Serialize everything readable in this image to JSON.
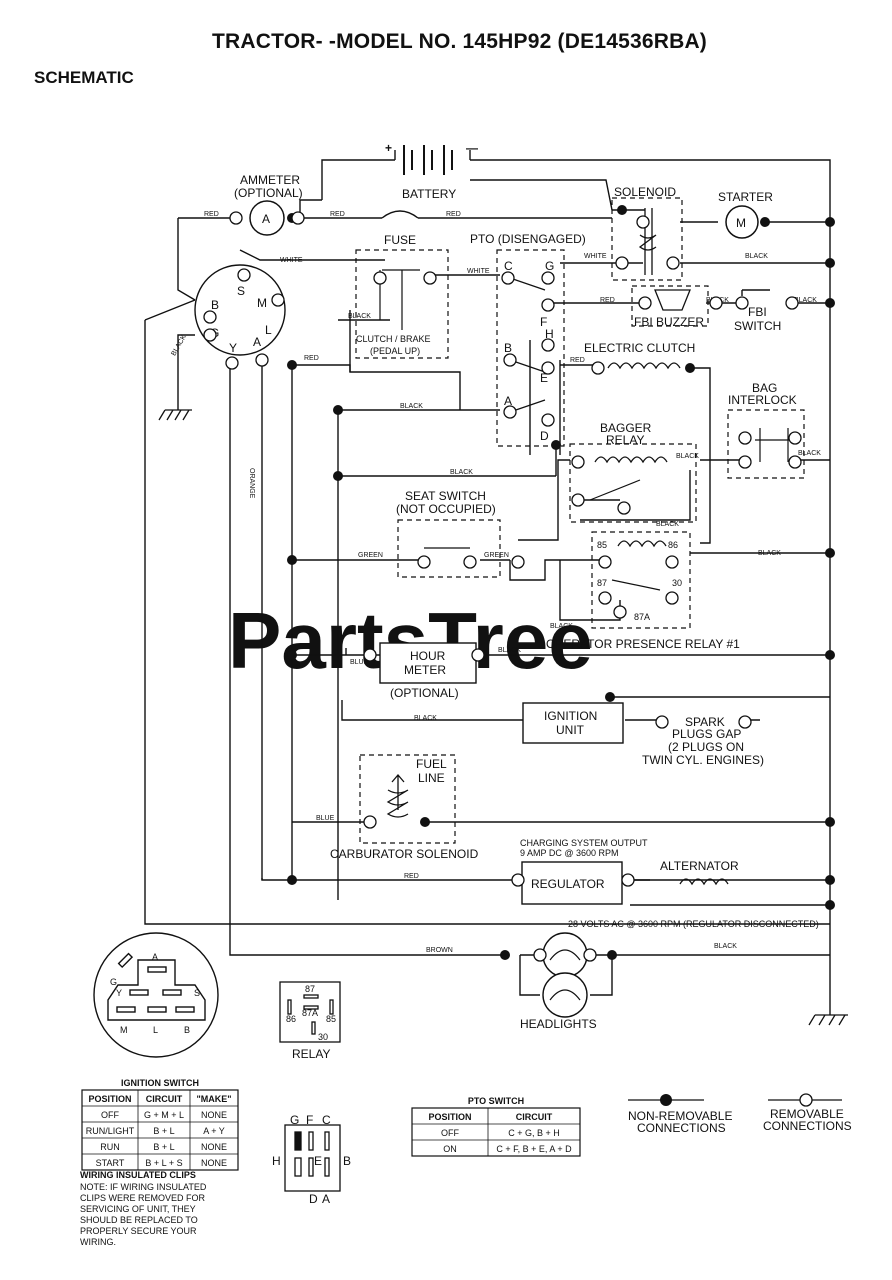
{
  "page": {
    "title": "TRACTOR- -MODEL NO. 145HP92 (DE14536RBA)",
    "section": "SCHEMATIC"
  },
  "labels": {
    "battery": "BATTERY",
    "battery_plus": "+",
    "battery_minus": "—",
    "ammeter_line1": "AMMETER",
    "ammeter_line2": "(OPTIONAL)",
    "ammeter_symbol": "A",
    "solenoid": "SOLENOID",
    "starter": "STARTER",
    "starter_symbol": "M",
    "fuse": "FUSE",
    "pto": "PTO (DISENGAGED)",
    "clutch_brake_line1": "CLUTCH / BRAKE",
    "clutch_brake_line2": "(PEDAL UP)",
    "fbi_buzzer": "FBI BUZZER",
    "fbi_switch_line1": "FBI",
    "fbi_switch_line2": "SWITCH",
    "electric_clutch": "ELECTRIC CLUTCH",
    "bag_interlock_line1": "BAG",
    "bag_interlock_line2": "INTERLOCK",
    "bagger_relay_line1": "BAGGER",
    "bagger_relay_line2": "RELAY",
    "seat_switch_line1": "SEAT SWITCH",
    "seat_switch_line2": "(NOT OCCUPIED)",
    "operator_relay": "OPERATOR PRESENCE RELAY #1",
    "hour_meter_line1": "HOUR",
    "hour_meter_line2": "METER",
    "hour_meter_optional": "(OPTIONAL)",
    "ignition_unit_line1": "IGNITION",
    "ignition_unit_line2": "UNIT",
    "spark_line1": "SPARK",
    "spark_line2": "PLUGS GAP",
    "spark_line3": "(2 PLUGS ON",
    "spark_line4": "TWIN CYL. ENGINES)",
    "fuel_line1": "FUEL",
    "fuel_line2": "LINE",
    "carburetor_solenoid": "CARBURATOR SOLENOID",
    "charging_line1": "CHARGING SYSTEM OUTPUT",
    "charging_line2": "9 AMP DC @ 3600 RPM",
    "regulator": "REGULATOR",
    "alternator": "ALTERNATOR",
    "ac_note": "28 VOLTS AC @ 3600 RPM (REGULATOR DISCONNECTED)",
    "headlights": "HEADLIGHTS",
    "relay": "RELAY",
    "non_removable": [
      "NON-REMOVABLE",
      "CONNECTIONS"
    ],
    "removable": [
      "REMOVABLE",
      "CONNECTIONS"
    ],
    "watermark": "PartsTree",
    "clips_title": "WIRING INSULATED CLIPS",
    "clips_note": [
      "NOTE: IF WIRING INSULATED",
      "CLIPS WERE REMOVED FOR",
      "SERVICING OF UNIT, THEY",
      "SHOULD BE REPLACED TO",
      "PROPERLY SECURE YOUR",
      "WIRING."
    ]
  },
  "wires": {
    "red": "RED",
    "white": "WHITE",
    "black": "BLACK",
    "green": "GREEN",
    "blue": "BLUE",
    "brown": "BROWN",
    "orange": "ORANGE"
  },
  "terminals": {
    "ign_b": "B",
    "ign_s": "S",
    "ign_m": "M",
    "ign_g": "G",
    "ign_y": "Y",
    "ign_a": "A",
    "ign_l": "L",
    "pto_c": "C",
    "pto_g": "G",
    "pto_f": "F",
    "pto_h": "H",
    "pto_b": "B",
    "pto_e": "E",
    "pto_a": "A",
    "pto_d": "D",
    "relay_85": "85",
    "relay_86": "86",
    "relay_87": "87",
    "relay_30": "30",
    "relay_87a": "87A"
  },
  "ignition_plug": {
    "g": "G",
    "a": "A",
    "y": "Y",
    "s": "S",
    "m": "M",
    "l": "L",
    "b": "B"
  },
  "relay_diagram": {
    "p87": "87",
    "p87a": "87A",
    "p86": "86",
    "p85": "85",
    "p30": "30"
  },
  "pto_plug": {
    "g": "G",
    "f": "F",
    "c": "C",
    "h": "H",
    "e": "E",
    "b": "B",
    "d": "D",
    "a": "A"
  },
  "ignition_table": {
    "title": "IGNITION SWITCH",
    "headers": [
      "POSITION",
      "CIRCUIT",
      "\"MAKE\""
    ],
    "rows": [
      [
        "OFF",
        "G + M + L",
        "NONE"
      ],
      [
        "RUN/LIGHT",
        "B + L",
        "A + Y"
      ],
      [
        "RUN",
        "B + L",
        "NONE"
      ],
      [
        "START",
        "B + L + S",
        "NONE"
      ]
    ]
  },
  "pto_table": {
    "title": "PTO SWITCH",
    "headers": [
      "POSITION",
      "CIRCUIT"
    ],
    "rows": [
      [
        "OFF",
        "C + G, B + H"
      ],
      [
        "ON",
        "C + F, B + E, A + D"
      ]
    ]
  }
}
